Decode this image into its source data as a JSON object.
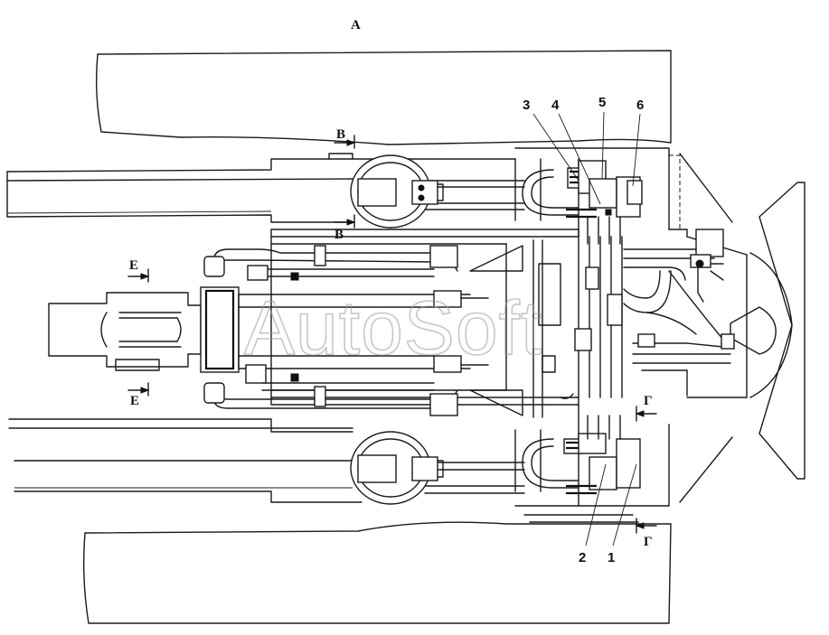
{
  "view_label": "А",
  "section_markers": {
    "b_top": "В",
    "b_bottom": "В",
    "e_top": "Е",
    "e_bottom": "Е",
    "g_top": "Г",
    "g_bottom": "Г"
  },
  "callouts": {
    "c1": "1",
    "c2": "2",
    "c3": "3",
    "c4": "4",
    "c5": "5",
    "c6": "6"
  },
  "watermark": "AutoSoft",
  "colors": {
    "line": "#1a1a1a",
    "background": "#ffffff",
    "watermark": "#9a9a9a"
  }
}
